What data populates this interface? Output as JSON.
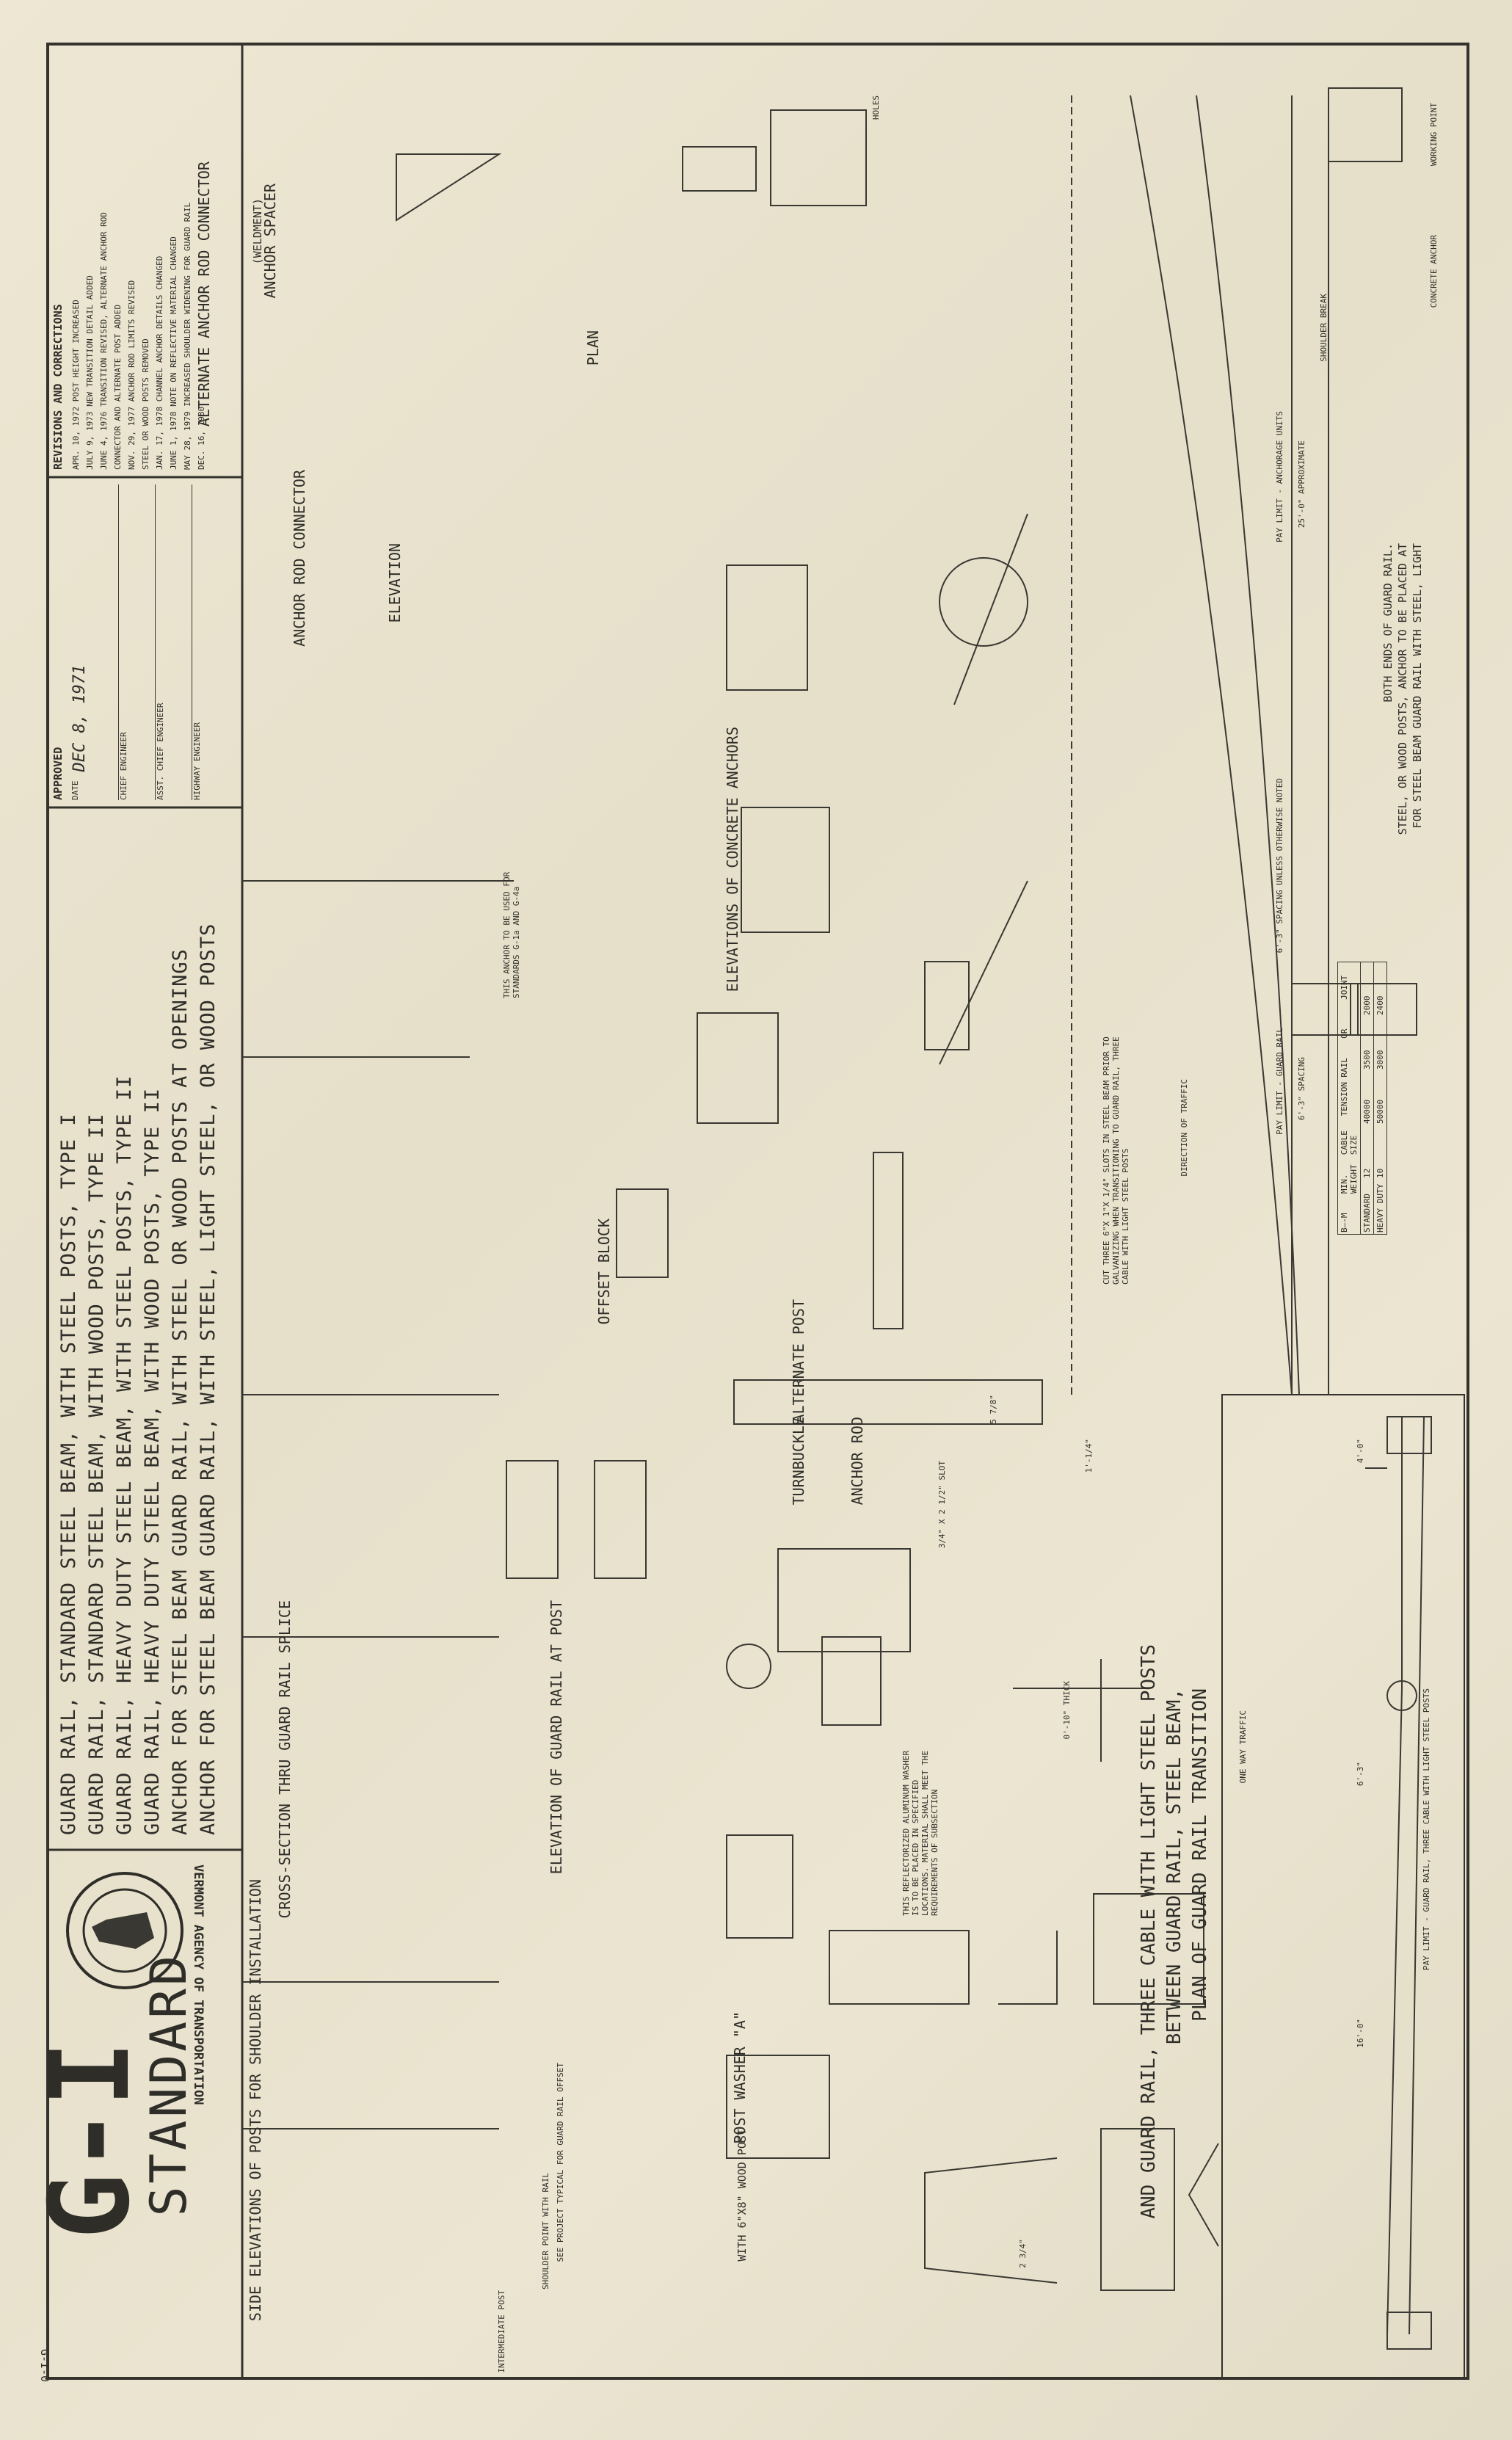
{
  "title_block": {
    "standard_label": "STANDARD",
    "sheet_number": "G-I",
    "agency_ring": "VERMONT AGENCY OF TRANSPORTATION",
    "sheet_code": "G-I-0",
    "title_lines": [
      "GUARD RAIL, STANDARD STEEL BEAM, WITH STEEL POSTS, TYPE I",
      "GUARD RAIL, STANDARD STEEL BEAM, WITH WOOD POSTS, TYPE II",
      "GUARD RAIL, HEAVY DUTY STEEL BEAM, WITH STEEL POSTS, TYPE II",
      "GUARD RAIL, HEAVY DUTY STEEL BEAM, WITH WOOD POSTS, TYPE II",
      "ANCHOR FOR STEEL BEAM GUARD RAIL, WITH STEEL OR WOOD POSTS AT OPENINGS",
      "ANCHOR FOR STEEL BEAM GUARD RAIL, WITH STEEL, LIGHT STEEL, OR WOOD POSTS"
    ]
  },
  "revisions": {
    "heading": "REVISIONS AND CORRECTIONS",
    "entries": [
      "APR. 10, 1972 POST HEIGHT INCREASED",
      "JULY 9, 1973 NEW TRANSITION DETAIL ADDED",
      "JUNE 4, 1976 TRANSITION REVISED, ALTERNATE ANCHOR ROD",
      "CONNECTOR AND ALTERNATE POST ADDED",
      "NOV. 29, 1977 ANCHOR ROD LIMITS REVISED",
      "STEEL OR WOOD POSTS REMOVED",
      "JAN. 17, 1978 CHANNEL ANCHOR DETAILS CHANGED",
      "JUNE 1, 1978 NOTE ON REFLECTIVE MATERIAL CHANGED",
      "MAY 28, 1979 INCREASED SHOULDER WIDENING FOR GUARD RAIL",
      "DEC. 16, 1980"
    ]
  },
  "approval": {
    "label": "APPROVED",
    "date_label": "DATE",
    "date_value": "DEC 8, 1971",
    "roles": [
      "CHIEF ENGINEER",
      "ASST. CHIEF ENGINEER",
      "HIGHWAY ENGINEER"
    ]
  },
  "views": {
    "plan": "PLAN",
    "elevation": "ELEVATION",
    "elevations_concrete_anchors": "ELEVATIONS OF CONCRETE ANCHORS",
    "alternate_anchor_rod_connector": "ALTERNATE ANCHOR ROD CONNECTOR",
    "anchor_rod_connector": "ANCHOR ROD CONNECTOR",
    "anchor_spacer": "ANCHOR SPACER",
    "anchor_spacer_sub": "(WELDMENT)",
    "offset_block": "OFFSET BLOCK",
    "turnbuckle": "TURNBUCKLE",
    "anchor_rod": "ANCHOR ROD",
    "alternate_post": "ALTERNATE POST",
    "post_washer": "POST WASHER \"A\"",
    "cross_section_splice": "CROSS-SECTION THRU GUARD RAIL SPLICE",
    "elevation_at_post": "ELEVATION OF GUARD RAIL AT POST",
    "side_elevations": "SIDE ELEVATIONS OF POSTS FOR SHOULDER INSTALLATION",
    "wood_post": "WITH 6\"X8\" WOOD POST",
    "transition_title_1": "PLAN OF GUARD RAIL TRANSITION",
    "transition_title_2": "BETWEEN GUARD RAIL, STEEL BEAM,",
    "transition_title_3": "AND GUARD RAIL, THREE CABLE WITH LIGHT STEEL POSTS"
  },
  "notes": {
    "anchor_note_1": "FOR STEEL BEAM GUARD RAIL WITH STEEL, LIGHT",
    "anchor_note_2": "STEEL, OR WOOD POSTS, ANCHOR TO BE PLACED AT",
    "anchor_note_3": "BOTH ENDS OF GUARD RAIL.",
    "working_point": "WORKING POINT",
    "shoulder_break": "SHOULDER BREAK",
    "concrete_anchor": "CONCRETE ANCHOR",
    "holes": "HOLES",
    "pay_limit_anchorage": "PAY LIMIT - ANCHORAGE UNITS",
    "pay_limit_guard_rail": "PAY LIMIT - GUARD RAIL",
    "spacing_note": "6'-3\" SPACING UNLESS OTHERWISE NOTED",
    "direction_traffic": "DIRECTION OF TRAFFIC",
    "slot_note": "CUT THREE 6\"X 1\"X 1/4\" SLOTS IN STEEL BEAM PRIOR TO GALVANIZING WHEN TRANSITIONING TO GUARD RAIL, THREE CABLE WITH LIGHT STEEL POSTS",
    "pay_limit_three_cable": "PAY LIMIT - GUARD RAIL, THREE CABLE WITH LIGHT STEEL POSTS",
    "one_way_traffic": "ONE WAY TRAFFIC",
    "reflective_note": "THIS REFLECTORIZED ALUMINUM WASHER IS TO BE PLACED IN SPECIFIED LOCATIONS. MATERIAL SHALL MEET THE REQUIREMENTS OF SUBSECTION",
    "anchor_usage_note": "THIS ANCHOR TO BE USED FOR STANDARDS G-1a AND G-4a",
    "shoulder_point": "SHOULDER POINT WITH RAIL",
    "intermediate_post": "INTERMEDIATE POST",
    "see_project": "SEE PROJECT TYPICAL FOR GUARD RAIL OFFSET"
  },
  "table": {
    "headers": [
      "B—-M",
      "MIN. WEIGHT",
      "CABLE SIZE",
      "TENSION",
      "RAIL",
      "OR",
      "JOINT"
    ],
    "rows": [
      [
        "STANDARD",
        "12",
        "40000",
        "3500",
        "2000"
      ],
      [
        "HEAVY DUTY",
        "10",
        "50000",
        "3000",
        "2400"
      ]
    ]
  },
  "dims": {
    "d1": "25'-0\" APPROXIMATE",
    "d2": "6'-3\" SPACING",
    "d3": "4'-0\"",
    "d4": "16'-0\"",
    "d5": "6'-3\"",
    "d6": "1'-1/4\"",
    "d7": "5 7/8\"",
    "d8": "3/4\" X 2 1/2\" SLOT",
    "d9": "0'-10\" THICK",
    "d10": "2 3/4\""
  }
}
